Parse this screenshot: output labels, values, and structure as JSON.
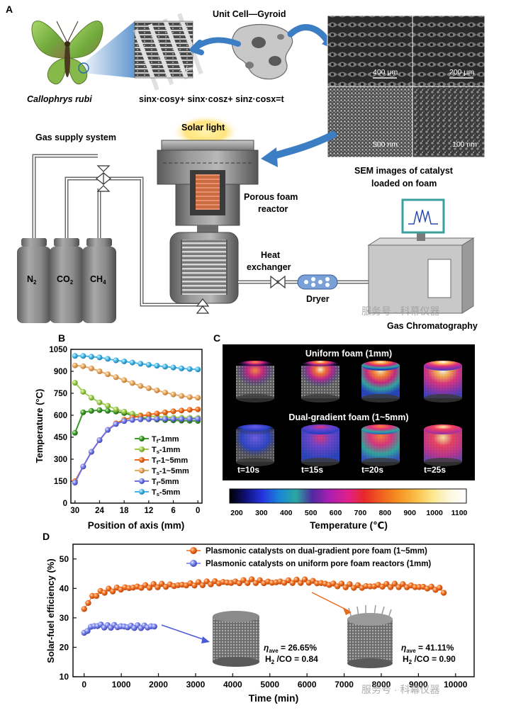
{
  "panel_a": {
    "letter": "A",
    "species": "Callophrys rubi",
    "sem_scale_1um": "1 μm",
    "unit_cell_title": "Unit Cell—Gyroid",
    "gyroid_equation": "sinx·cosy+ sinx·cosz+ sinz·cosx=t",
    "sem_scales": [
      "400 μm",
      "200 μm",
      "500 nm",
      "100 nm"
    ],
    "sem_caption": [
      "SEM images of catalyst",
      "loaded on foam"
    ],
    "gas_supply": "Gas supply system",
    "cylinders": [
      {
        "sym": "N",
        "sub": "2"
      },
      {
        "sym": "CO",
        "sub": "2"
      },
      {
        "sym": "CH",
        "sub": "4"
      }
    ],
    "solar_light": "Solar light",
    "reactor_label": [
      "Porous foam",
      "reactor"
    ],
    "heat_exchanger": [
      "Heat",
      "exchanger"
    ],
    "dryer": "Dryer",
    "gc": "Gas Chromatography",
    "watermark": "服务号 · 科幕仪器"
  },
  "panel_b": {
    "letter": "B",
    "ylabel": "Temperature (°C)",
    "xlabel": "Position of axis (mm)",
    "yticks": [
      "0",
      "150",
      "300",
      "450",
      "600",
      "750",
      "900",
      "1050"
    ],
    "xticks": [
      "30",
      "24",
      "18",
      "12",
      "6",
      "0"
    ],
    "legend": [
      {
        "pre": "T",
        "sub": "f",
        "post": "-1mm"
      },
      {
        "pre": "T",
        "sub": "s",
        "post": "-1mm"
      },
      {
        "pre": "T",
        "sub": "f",
        "post": "-1~5mm"
      },
      {
        "pre": "T",
        "sub": "s",
        "post": "-1~5mm"
      },
      {
        "pre": "T",
        "sub": "f",
        "post": "-5mm"
      },
      {
        "pre": "T",
        "sub": "s",
        "post": "-5mm"
      }
    ]
  },
  "panel_c": {
    "letter": "C",
    "row1_title": "Uniform foam (1mm)",
    "row2_title": "Dual-gradient foam (1~5mm)",
    "times": [
      "t=10s",
      "t=15s",
      "t=20s",
      "t=25s"
    ],
    "colorbar_ticks": [
      "200",
      "300",
      "400",
      "500",
      "600",
      "700",
      "800",
      "900",
      "1000",
      "1100"
    ],
    "colorbar_label": "Temperature (℃)"
  },
  "panel_d": {
    "letter": "D",
    "ylabel": "Solar-fuel efficiency (%)",
    "xlabel": "Time (min)",
    "legend": [
      "Plasmonic catalysts on dual-gradient pore foam (1~5mm)",
      "Plasmonic catalysts on uniform pore foam reactors (1mm)"
    ],
    "annot1": {
      "eta": "η",
      "sub": "ave",
      "val": " = 26.65%",
      "h2": "H",
      "h2sub": "2",
      "ratio": " /CO = 0.84"
    },
    "annot2": {
      "eta": "η",
      "sub": "ave",
      "val": " = 41.11%",
      "h2": "H",
      "h2sub": "2",
      "ratio": " /CO = 0.90"
    },
    "watermark": "服务号 · 科幕仪器"
  },
  "chart_data": [
    {
      "type": "line",
      "panel": "B",
      "xlabel": "Position of axis (mm)",
      "ylabel": "Temperature (°C)",
      "xlim": [
        31,
        -1
      ],
      "ylim": [
        0,
        1050
      ],
      "x": [
        30,
        28,
        26,
        24,
        22,
        20,
        18,
        16,
        14,
        12,
        10,
        8,
        6,
        4,
        2,
        0
      ],
      "series": [
        {
          "name": "Tf-1mm",
          "color": "#3a9a2a",
          "values": [
            480,
            620,
            630,
            635,
            630,
            625,
            615,
            600,
            585,
            575,
            570,
            567,
            565,
            563,
            562,
            561
          ]
        },
        {
          "name": "Ts-1mm",
          "color": "#9ccc4a",
          "values": [
            822,
            760,
            720,
            688,
            665,
            640,
            625,
            610,
            600,
            594,
            590,
            587,
            585,
            584,
            583,
            582
          ]
        },
        {
          "name": "Tf-1~5mm",
          "color": "#f06a1c",
          "values": [
            150,
            250,
            350,
            430,
            500,
            545,
            570,
            585,
            595,
            605,
            612,
            620,
            627,
            632,
            637,
            640
          ]
        },
        {
          "name": "Ts-1~5mm",
          "color": "#e8a860",
          "values": [
            940,
            935,
            920,
            900,
            880,
            860,
            840,
            820,
            800,
            785,
            770,
            755,
            742,
            732,
            724,
            720
          ]
        },
        {
          "name": "Tf-5mm",
          "color": "#7070e8",
          "values": [
            140,
            250,
            350,
            430,
            500,
            540,
            560,
            568,
            572,
            573,
            574,
            574,
            574,
            574,
            575,
            575
          ]
        },
        {
          "name": "Ts-5mm",
          "color": "#44b8e8",
          "values": [
            1005,
            1005,
            1000,
            995,
            985,
            975,
            968,
            960,
            952,
            945,
            938,
            932,
            926,
            920,
            916,
            913
          ]
        }
      ]
    },
    {
      "type": "scatter",
      "panel": "D",
      "xlabel": "Time (min)",
      "ylabel": "Solar-fuel efficiency (%)",
      "xlim": [
        -300,
        10500
      ],
      "ylim": [
        10,
        55
      ],
      "xticks": [
        0,
        1000,
        2000,
        3000,
        4000,
        5000,
        6000,
        7000,
        8000,
        9000,
        10000
      ],
      "yticks": [
        10,
        20,
        30,
        40,
        50
      ],
      "series": [
        {
          "name": "Plasmonic catalysts on dual-gradient pore foam (1~5mm)",
          "color": "#f06a1c",
          "x": [
            0,
            200,
            500,
            1000,
            1500,
            2000,
            2500,
            3000,
            3500,
            4000,
            4500,
            5000,
            5500,
            6000,
            6500,
            7000,
            7500,
            8000,
            8500,
            9000,
            9500,
            9700
          ],
          "y": [
            33,
            37,
            39,
            40,
            40.5,
            41,
            41,
            41.5,
            42,
            42,
            42.5,
            42,
            42.3,
            42.5,
            41.5,
            41,
            40.5,
            41,
            41,
            40.5,
            40,
            39
          ]
        },
        {
          "name": "Plasmonic catalysts on uniform pore foam reactors (1mm)",
          "color": "#6a7ae8",
          "x": [
            0,
            100,
            200,
            400,
            600,
            800,
            1000,
            1200,
            1400,
            1600,
            1800,
            1900
          ],
          "y": [
            24.5,
            26,
            27,
            27.5,
            27,
            27.2,
            27,
            27,
            27,
            27,
            27,
            27
          ]
        }
      ]
    },
    {
      "type": "heatmap",
      "panel": "C",
      "colorbar": {
        "ticks": [
          200,
          300,
          400,
          500,
          600,
          700,
          800,
          900,
          1000,
          1100
        ],
        "colors": [
          "#000000",
          "#10107a",
          "#2535e0",
          "#1a85d8",
          "#2aa8a0",
          "#5028a0",
          "#a81fb0",
          "#e0208a",
          "#e82828",
          "#f06020",
          "#f59020",
          "#fac04a",
          "#fce890",
          "#fdf8e0",
          "#ffffff"
        ]
      }
    }
  ]
}
